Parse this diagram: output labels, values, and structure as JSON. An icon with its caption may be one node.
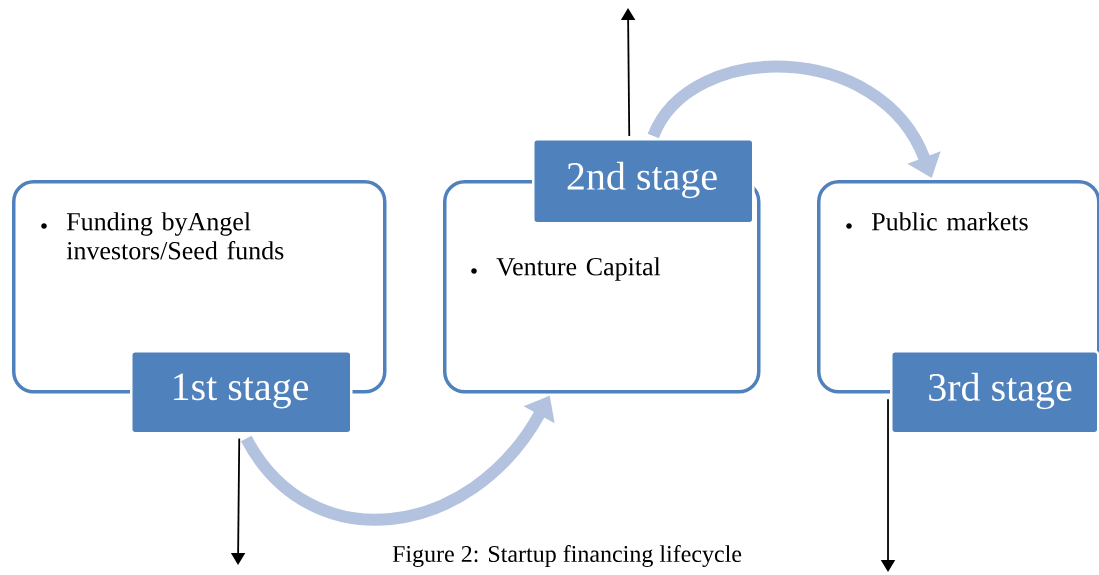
{
  "diagram": {
    "caption": "Figure 2: Startup financing lifecycle",
    "nodes": [
      {
        "text": [
          "Funding byAngel investors/Seed funds"
        ]
      },
      {
        "text": [
          "1st stage"
        ]
      },
      {
        "text": [
          "Venture Capital"
        ]
      },
      {
        "text": [
          "2nd stage"
        ]
      },
      {
        "text": [
          "Public markets"
        ]
      },
      {
        "text": [
          "3rd stage"
        ]
      }
    ],
    "edges": [
      {
        "from": 1,
        "to": 2,
        "arrow": "to",
        "style": "thick",
        "color": "#b3c3df"
      },
      {
        "from": 3,
        "to": 4,
        "arrow": "to",
        "style": "thick",
        "color": "#b3c3df"
      },
      {
        "from": 1,
        "to": null,
        "arrow": "to"
      },
      {
        "from": 3,
        "to": null,
        "arrow": "to"
      },
      {
        "from": 5,
        "to": null,
        "arrow": "to"
      }
    ]
  }
}
